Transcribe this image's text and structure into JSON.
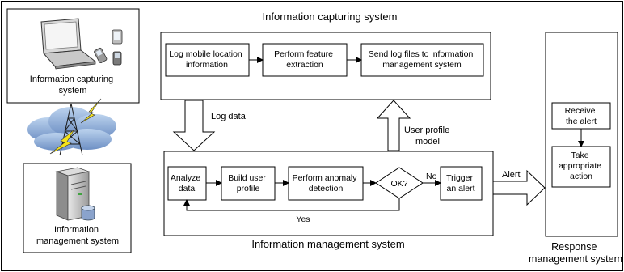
{
  "left_panel": {
    "capturing_caption": [
      "Information capturing",
      "system"
    ],
    "management_caption": [
      "Information",
      "management system"
    ]
  },
  "capturing_system": {
    "title": "Information capturing system",
    "steps": [
      [
        "Log mobile location",
        "information"
      ],
      [
        "Perform feature",
        "extraction"
      ],
      [
        "Send log files to information",
        "management system"
      ]
    ]
  },
  "flows": {
    "log_data": "Log data",
    "user_profile_model": [
      "User profile",
      "model"
    ],
    "alert": "Alert"
  },
  "management_system": {
    "title": "Information management system",
    "steps": [
      [
        "Analyze",
        "data"
      ],
      [
        "Build user",
        "profile"
      ],
      [
        "Perform anomaly",
        "detection"
      ]
    ],
    "decision": "OK?",
    "no_label": "No",
    "yes_label": "Yes",
    "trigger": [
      "Trigger",
      "an alert"
    ]
  },
  "response_system": {
    "title": [
      "Response",
      "management system"
    ],
    "steps": [
      [
        "Receive",
        "the alert"
      ],
      [
        "Take",
        "appropriate",
        "action"
      ]
    ]
  }
}
